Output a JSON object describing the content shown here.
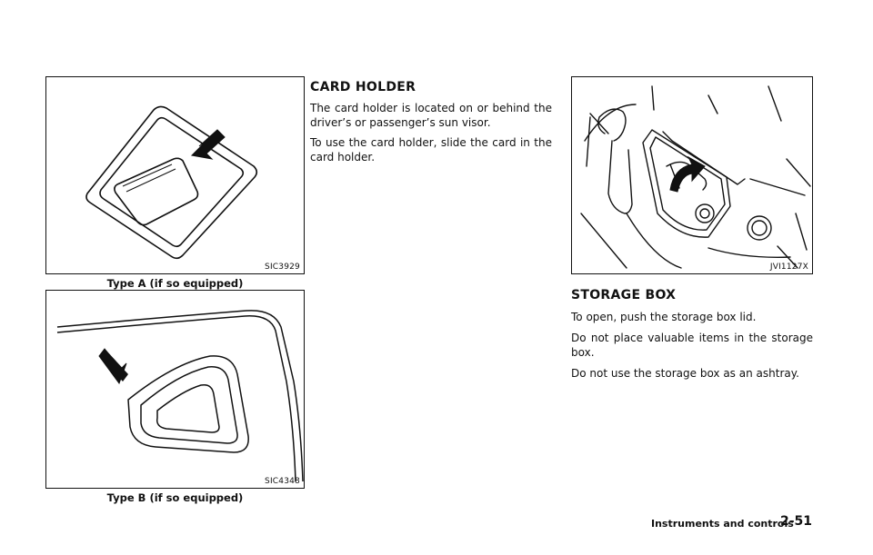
{
  "figures": {
    "type_a": {
      "code": "SIC3929",
      "caption": "Type A (if so equipped)"
    },
    "type_b": {
      "code": "SIC4348",
      "caption": "Type B (if so equipped)"
    },
    "storage": {
      "code": "JVI1127X"
    }
  },
  "card_holder": {
    "heading": "CARD HOLDER",
    "paragraphs": [
      "The card holder is located on or behind the driver’s or passenger’s sun visor.",
      "To use the card holder, slide the card in the card holder."
    ]
  },
  "storage_box": {
    "heading": "STORAGE BOX",
    "paragraphs": [
      "To open, push the storage box lid.",
      "Do not place valuable items in the storage box.",
      "Do not use the storage box as an ashtray."
    ]
  },
  "footer": {
    "section": "Instruments and controls",
    "page": "2-51"
  },
  "icons": [
    "arrow-icon"
  ]
}
